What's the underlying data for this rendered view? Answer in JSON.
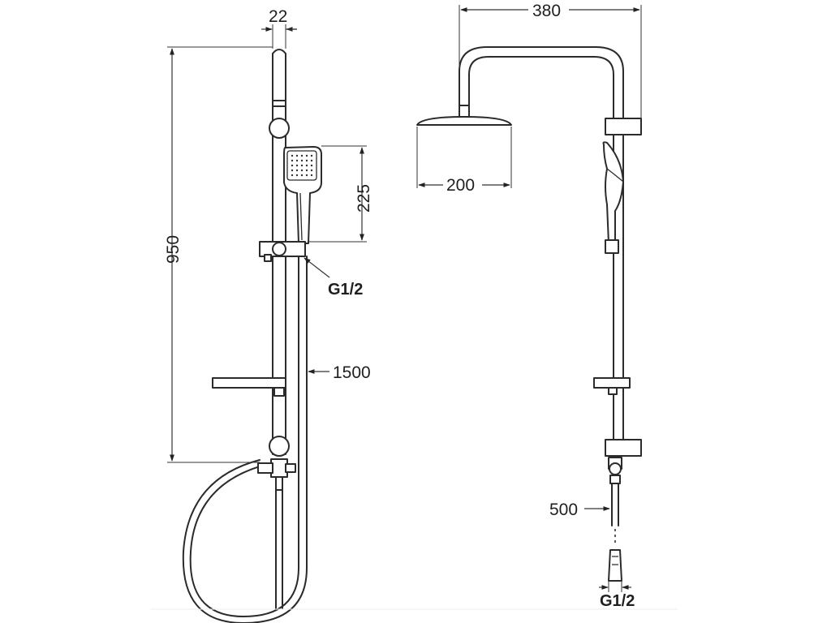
{
  "left_view": {
    "dim_top_width": "22",
    "dim_total_height": "950",
    "dim_hand_shower": "225",
    "callout_connection": "G1/2",
    "callout_hose": "1500"
  },
  "right_view": {
    "dim_arm_width": "380",
    "dim_head_diameter": "200",
    "callout_hose": "500",
    "callout_connection": "G1/2"
  },
  "colors": {
    "line": "#2b2b2b",
    "background": "#ffffff"
  }
}
